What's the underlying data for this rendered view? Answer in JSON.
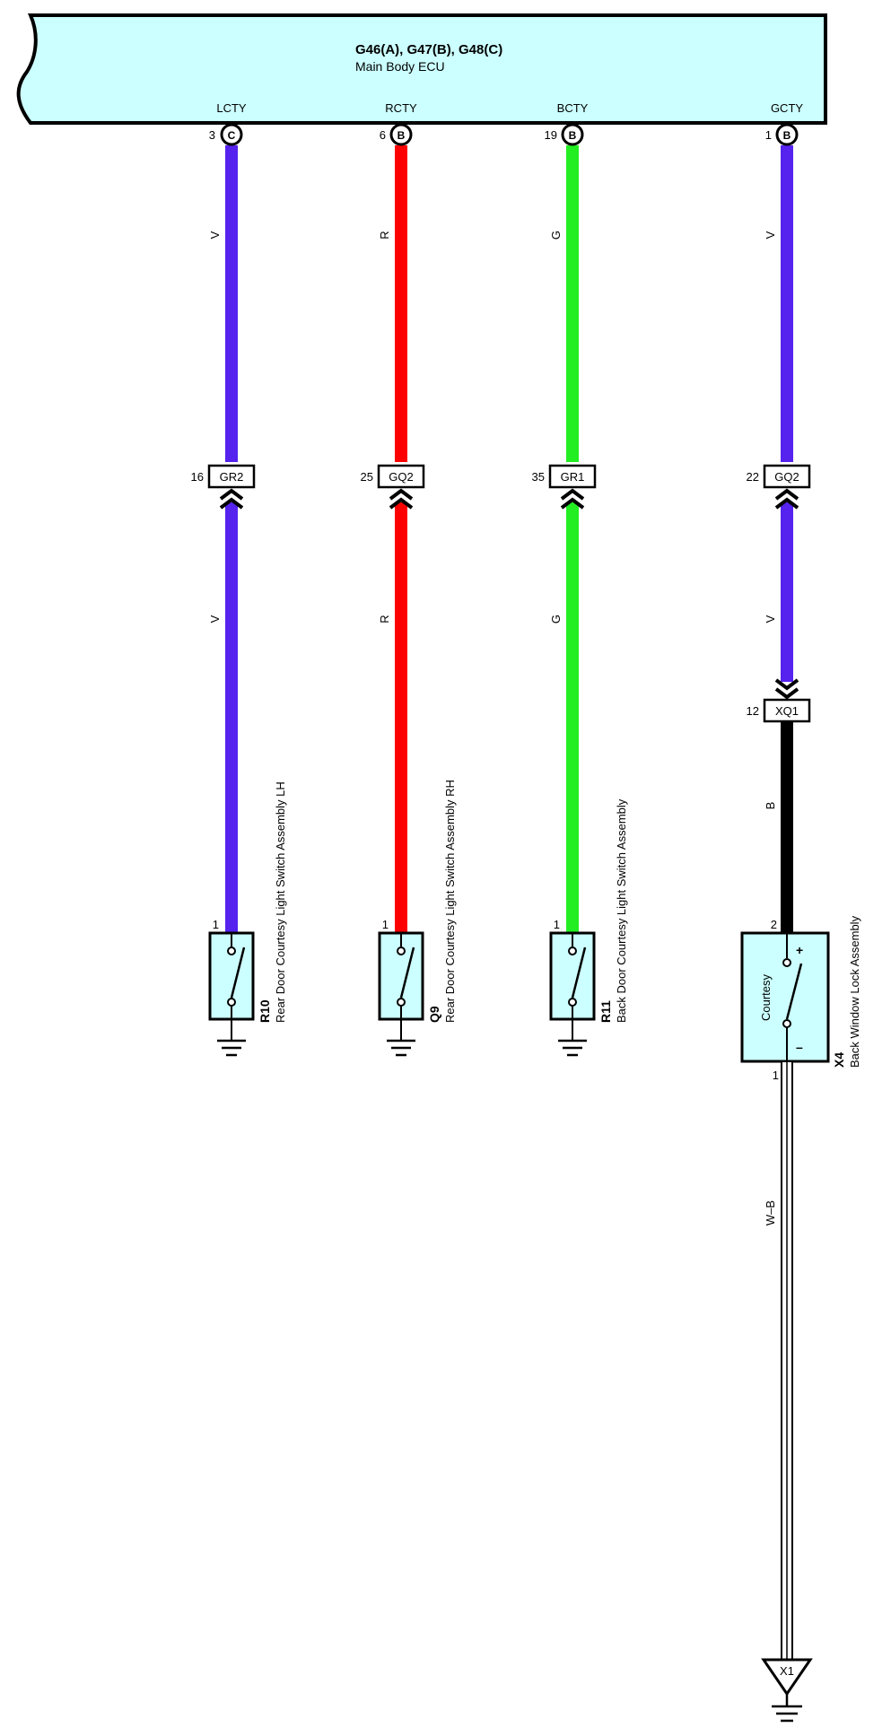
{
  "ecu": {
    "title": "G46(A), G47(B), G48(C)",
    "name": "Main Body ECU",
    "fill": "#ccffff"
  },
  "circuits": [
    {
      "id": "lcty",
      "signal": "LCTY",
      "ecu_pin": "3",
      "ecu_conn": "C",
      "wire_color": "#5522ee",
      "wire_upper": "V",
      "junction_pin": "16",
      "junction_conn": "GR2",
      "wire_lower": "V",
      "device_pin": "1",
      "device_id": "R10",
      "device_name": "Rear Door Courtesy Light Switch Assembly LH"
    },
    {
      "id": "rcty",
      "signal": "RCTY",
      "ecu_pin": "6",
      "ecu_conn": "B",
      "wire_color": "#ff0000",
      "wire_upper": "R",
      "junction_pin": "25",
      "junction_conn": "GQ2",
      "wire_lower": "R",
      "device_pin": "1",
      "device_id": "Q9",
      "device_name": "Rear Door Courtesy Light Switch Assembly RH"
    },
    {
      "id": "bcty",
      "signal": "BCTY",
      "ecu_pin": "19",
      "ecu_conn": "B",
      "wire_color": "#22ee22",
      "wire_upper": "G",
      "junction_pin": "35",
      "junction_conn": "GR1",
      "wire_lower": "G",
      "device_pin": "1",
      "device_id": "R11",
      "device_name": "Back Door Courtesy Light Switch Assembly"
    },
    {
      "id": "gcty",
      "signal": "GCTY",
      "ecu_pin": "1",
      "ecu_conn": "B",
      "wire_color": "#5522ee",
      "wire_upper": "V",
      "junction_pin": "22",
      "junction_conn": "GQ2",
      "wire_lower": "V",
      "connector2_pin": "12",
      "connector2_conn": "XQ1",
      "wire_third": "B",
      "wire_third_color": "#000000",
      "device_pin_top": "2",
      "device_inner_label": "Courtesy",
      "device_plus": "+",
      "device_minus": "–",
      "device_pin_bottom": "1",
      "device_id": "X4",
      "device_name": "Back Window Lock Assembly",
      "ground_wire": "W–B",
      "ground_point": "X1"
    }
  ]
}
